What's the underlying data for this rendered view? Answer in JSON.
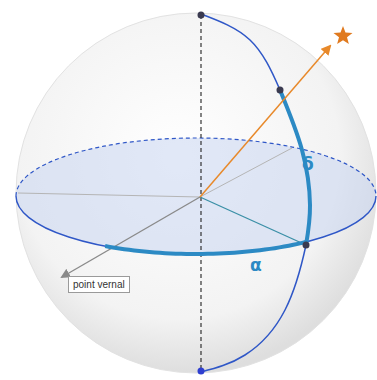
{
  "diagram": {
    "labels": [
      "point vernal",
      "α",
      "δ"
    ]
  }
}
